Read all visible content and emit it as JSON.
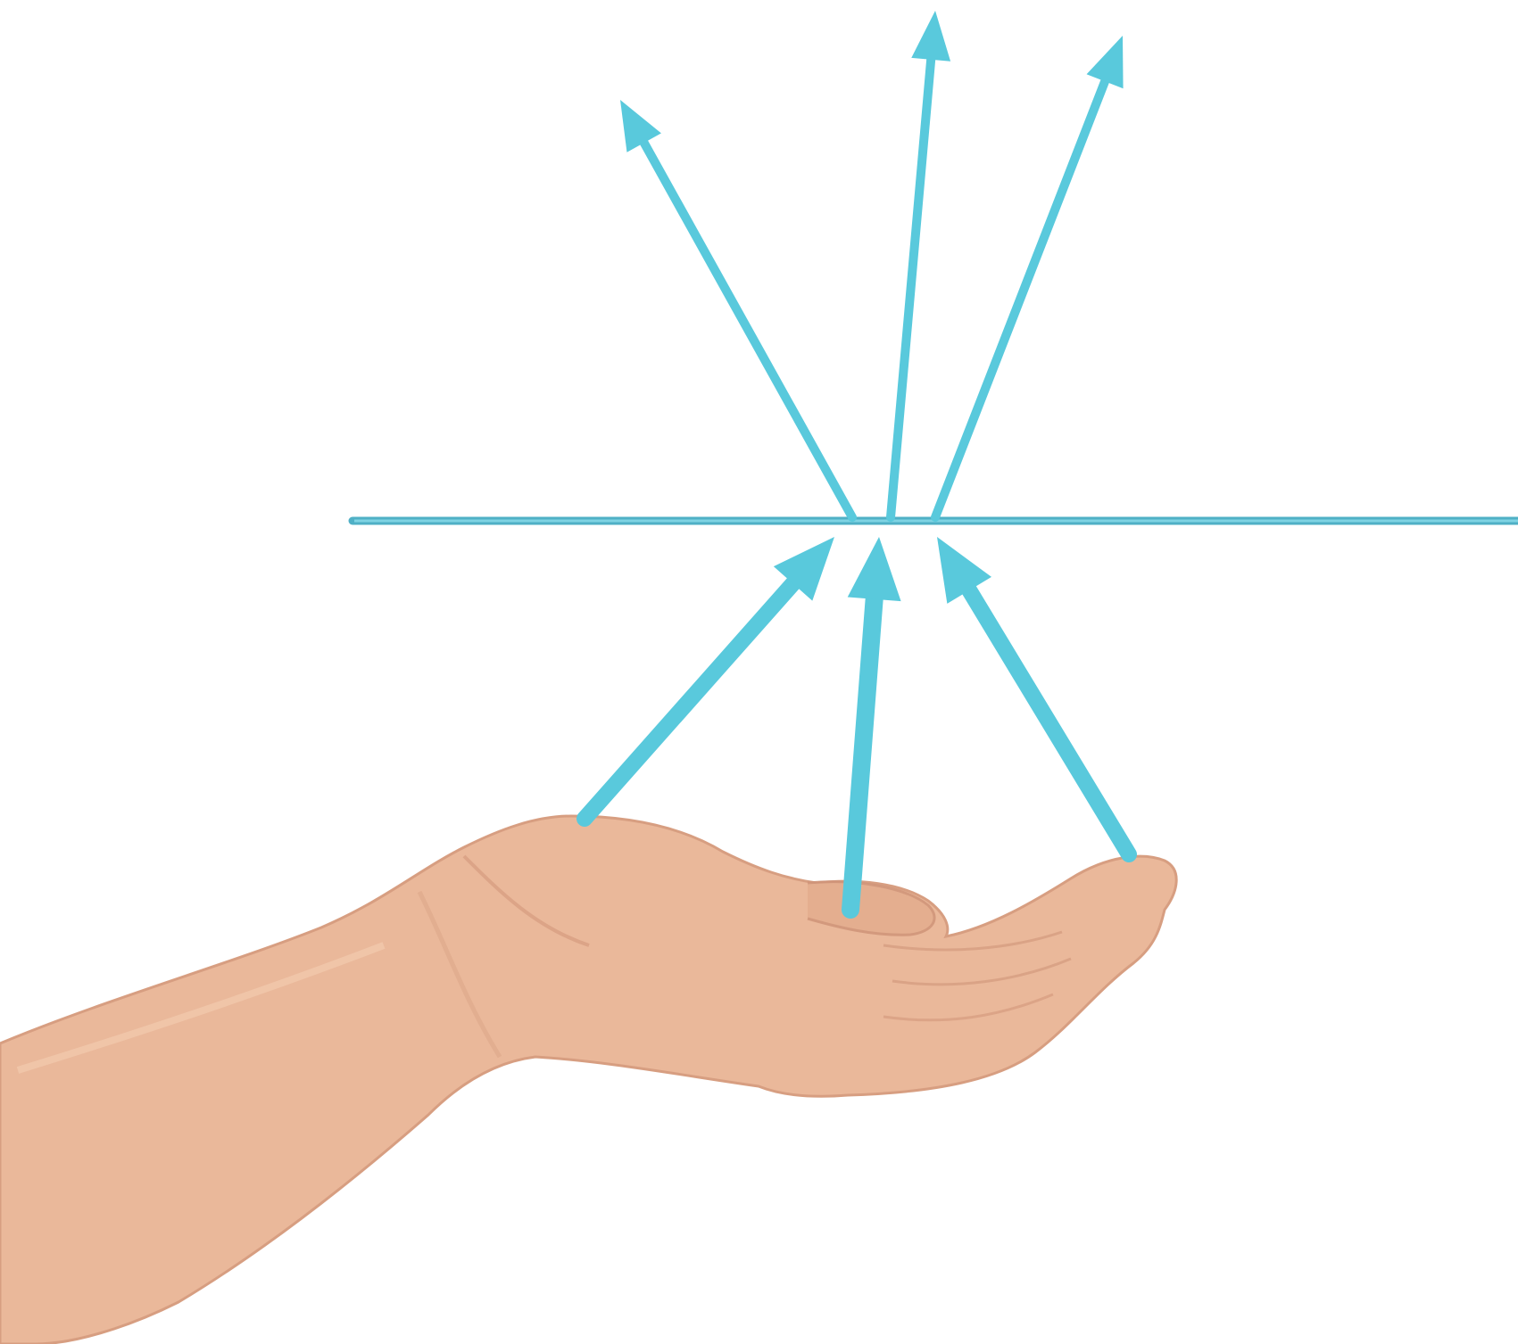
{
  "figure": {
    "arrow_color": "#59c9dc",
    "surface_color": "#4fb0c6",
    "skin_color": "#eab89a",
    "skin_shadow_color": "#cf9479",
    "background": "#ffffff",
    "subject": "hand-icon"
  },
  "incident_arrows": [
    {
      "name": "incident-arrow-left"
    },
    {
      "name": "incident-arrow-center"
    },
    {
      "name": "incident-arrow-right"
    }
  ],
  "refracted_arrows": [
    {
      "name": "refracted-arrow-left"
    },
    {
      "name": "refracted-arrow-center"
    },
    {
      "name": "refracted-arrow-right"
    }
  ]
}
